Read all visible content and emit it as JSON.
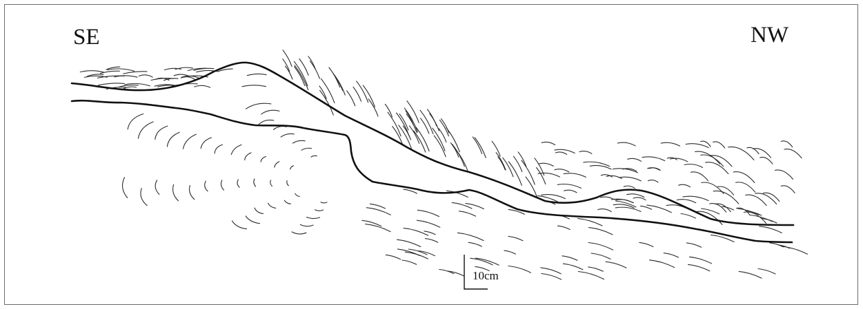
{
  "labels": {
    "left_direction": "SE",
    "right_direction": "NW",
    "scale_bar": "10cm"
  }
}
